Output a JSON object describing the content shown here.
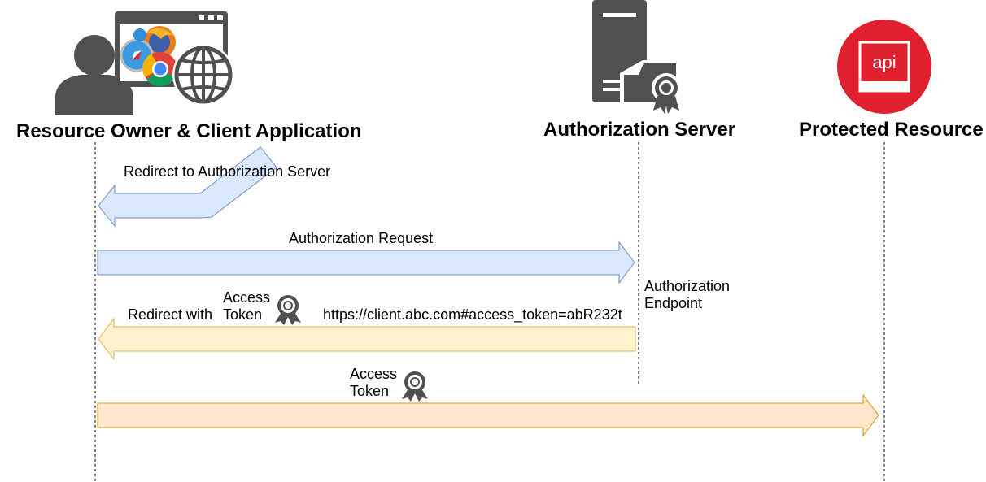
{
  "actors": {
    "client": {
      "label": "Resource Owner & Client Application"
    },
    "auth_server": {
      "label": "Authorization Server"
    },
    "resource": {
      "label": "Protected Resource",
      "badge_text": "api"
    }
  },
  "flows": {
    "redirect_to_auth": {
      "label": "Redirect to Authorization Server"
    },
    "auth_request": {
      "label": "Authorization Request"
    },
    "auth_endpoint": {
      "line1": "Authorization",
      "line2": "Endpoint"
    },
    "redirect_with_token": {
      "label": "Redirect with",
      "token_line1": "Access",
      "token_line2": "Token",
      "url": "https://client.abc.com#access_token=abR232t"
    },
    "access_resource": {
      "token_line1": "Access",
      "token_line2": "Token"
    }
  },
  "colors": {
    "blue_fill": "#dae8fc",
    "blue_stroke": "#6c8ebf",
    "yellow_fill": "#fff2cc",
    "yellow_stroke": "#d6b656",
    "orange_fill": "#ffe6cc",
    "orange_stroke": "#d79b00",
    "icon_gray": "#505050",
    "api_red": "#e0202f"
  },
  "icons": [
    "user-icon",
    "browser-window-icon",
    "globe-icon",
    "server-icon",
    "certificate-icon",
    "api-icon",
    "ribbon-token-icon"
  ]
}
